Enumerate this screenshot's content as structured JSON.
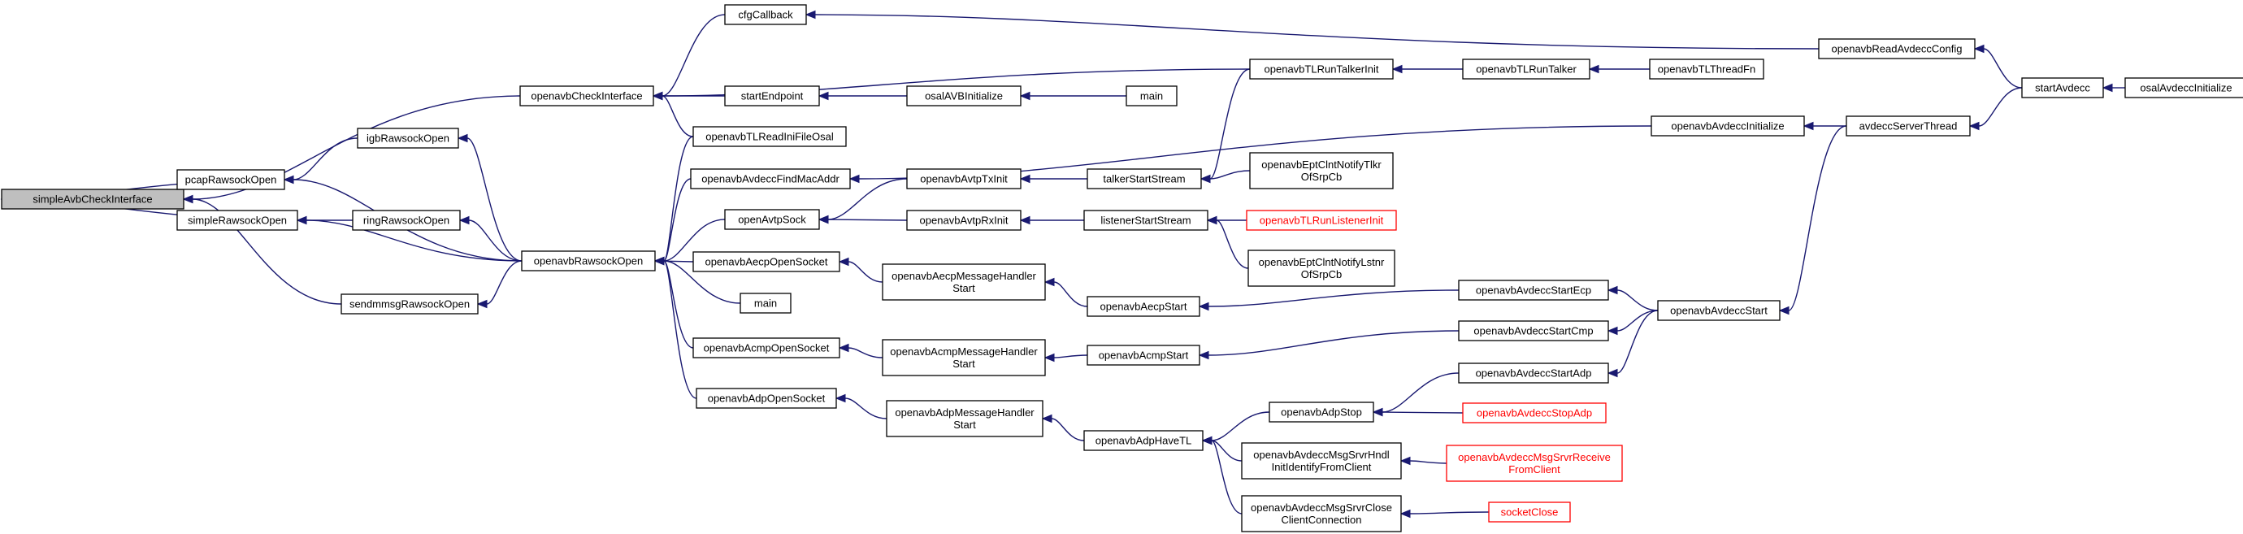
{
  "graph": {
    "root": "simpleAvbCheckInterface",
    "nodes": [
      {
        "id": "simpleAvbCheckInterface",
        "lines": [
          "simpleAvbCheckInterface"
        ],
        "kind": "root"
      },
      {
        "id": "openavbCheckInterface",
        "lines": [
          "openavbCheckInterface"
        ]
      },
      {
        "id": "pcapRawsockOpen",
        "lines": [
          "pcapRawsockOpen"
        ]
      },
      {
        "id": "simpleRawsockOpen",
        "lines": [
          "simpleRawsockOpen"
        ]
      },
      {
        "id": "sendmmsgRawsockOpen",
        "lines": [
          "sendmmsgRawsockOpen"
        ]
      },
      {
        "id": "igbRawsockOpen",
        "lines": [
          "igbRawsockOpen"
        ]
      },
      {
        "id": "ringRawsockOpen",
        "lines": [
          "ringRawsockOpen"
        ]
      },
      {
        "id": "openavbRawsockOpen",
        "lines": [
          "openavbRawsockOpen"
        ]
      },
      {
        "id": "cfgCallback",
        "lines": [
          "cfgCallback"
        ]
      },
      {
        "id": "startEndpoint",
        "lines": [
          "startEndpoint"
        ]
      },
      {
        "id": "openavbTLReadIniFileOsal",
        "lines": [
          "openavbTLReadIniFileOsal"
        ]
      },
      {
        "id": "openavbAvdeccFindMacAddr",
        "lines": [
          "openavbAvdeccFindMacAddr"
        ]
      },
      {
        "id": "openAvtpSock",
        "lines": [
          "openAvtpSock"
        ]
      },
      {
        "id": "openavbAecpOpenSocket",
        "lines": [
          "openavbAecpOpenSocket"
        ]
      },
      {
        "id": "main1",
        "lines": [
          "main"
        ]
      },
      {
        "id": "openavbAcmpOpenSocket",
        "lines": [
          "openavbAcmpOpenSocket"
        ]
      },
      {
        "id": "openavbAdpOpenSocket",
        "lines": [
          "openavbAdpOpenSocket"
        ]
      },
      {
        "id": "osalAVBInitialize",
        "lines": [
          "osalAVBInitialize"
        ]
      },
      {
        "id": "main2",
        "lines": [
          "main"
        ]
      },
      {
        "id": "openavbAvtpTxInit",
        "lines": [
          "openavbAvtpTxInit"
        ]
      },
      {
        "id": "openavbAvtpRxInit",
        "lines": [
          "openavbAvtpRxInit"
        ]
      },
      {
        "id": "openavbAecpMessageHandlerStart",
        "lines": [
          "openavbAecpMessageHandler",
          "Start"
        ]
      },
      {
        "id": "openavbAcmpMessageHandlerStart",
        "lines": [
          "openavbAcmpMessageHandler",
          "Start"
        ]
      },
      {
        "id": "openavbAdpMessageHandlerStart",
        "lines": [
          "openavbAdpMessageHandler",
          "Start"
        ]
      },
      {
        "id": "talkerStartStream",
        "lines": [
          "talkerStartStream"
        ]
      },
      {
        "id": "listenerStartStream",
        "lines": [
          "listenerStartStream"
        ]
      },
      {
        "id": "openavbAecpStart",
        "lines": [
          "openavbAecpStart"
        ]
      },
      {
        "id": "openavbAcmpStart",
        "lines": [
          "openavbAcmpStart"
        ]
      },
      {
        "id": "openavbAdpHaveTL",
        "lines": [
          "openavbAdpHaveTL"
        ]
      },
      {
        "id": "openavbTLRunTalkerInit",
        "lines": [
          "openavbTLRunTalkerInit"
        ]
      },
      {
        "id": "openavbEptClntNotifyTlkrOfSrpCb",
        "lines": [
          "openavbEptClntNotifyTlkr",
          "OfSrpCb"
        ]
      },
      {
        "id": "openavbTLRunListenerInit",
        "lines": [
          "openavbTLRunListenerInit"
        ],
        "kind": "truncated"
      },
      {
        "id": "openavbEptClntNotifyLstnrOfSrpCb",
        "lines": [
          "openavbEptClntNotifyLstnr",
          "OfSrpCb"
        ]
      },
      {
        "id": "openavbAdpStop",
        "lines": [
          "openavbAdpStop"
        ]
      },
      {
        "id": "openavbAvdeccMsgSrvrHndlInitIdentifyFromClient",
        "lines": [
          "openavbAvdeccMsgSrvrHndl",
          "InitIdentifyFromClient"
        ]
      },
      {
        "id": "openavbAvdeccMsgSrvrCloseClientConnection",
        "lines": [
          "openavbAvdeccMsgSrvrClose",
          "ClientConnection"
        ]
      },
      {
        "id": "openavbTLRunTalker",
        "lines": [
          "openavbTLRunTalker"
        ]
      },
      {
        "id": "openavbTLThreadFn",
        "lines": [
          "openavbTLThreadFn"
        ]
      },
      {
        "id": "openavbAvdeccInitialize",
        "lines": [
          "openavbAvdeccInitialize"
        ]
      },
      {
        "id": "openavbAvdeccStartEcp",
        "lines": [
          "openavbAvdeccStartEcp"
        ]
      },
      {
        "id": "openavbAvdeccStartCmp",
        "lines": [
          "openavbAvdeccStartCmp"
        ]
      },
      {
        "id": "openavbAvdeccStartAdp",
        "lines": [
          "openavbAvdeccStartAdp"
        ]
      },
      {
        "id": "openavbAvdeccStopAdp",
        "lines": [
          "openavbAvdeccStopAdp"
        ],
        "kind": "truncated"
      },
      {
        "id": "openavbAvdeccMsgSrvrReceiveFromClient",
        "lines": [
          "openavbAvdeccMsgSrvrReceive",
          "FromClient"
        ],
        "kind": "truncated"
      },
      {
        "id": "socketClose",
        "lines": [
          "socketClose"
        ],
        "kind": "truncated"
      },
      {
        "id": "openavbReadAvdeccConfig",
        "lines": [
          "openavbReadAvdeccConfig"
        ]
      },
      {
        "id": "avdeccServerThread",
        "lines": [
          "avdeccServerThread"
        ]
      },
      {
        "id": "openavbAvdeccStart",
        "lines": [
          "openavbAvdeccStart"
        ]
      },
      {
        "id": "startAvdecc",
        "lines": [
          "startAvdecc"
        ]
      },
      {
        "id": "osalAvdeccInitialize",
        "lines": [
          "osalAvdeccInitialize"
        ]
      }
    ],
    "edges": [
      [
        "openavbCheckInterface",
        "simpleAvbCheckInterface"
      ],
      [
        "pcapRawsockOpen",
        "simpleAvbCheckInterface"
      ],
      [
        "simpleRawsockOpen",
        "simpleAvbCheckInterface"
      ],
      [
        "sendmmsgRawsockOpen",
        "simpleAvbCheckInterface"
      ],
      [
        "igbRawsockOpen",
        "pcapRawsockOpen"
      ],
      [
        "openavbRawsockOpen",
        "pcapRawsockOpen"
      ],
      [
        "ringRawsockOpen",
        "simpleRawsockOpen"
      ],
      [
        "openavbRawsockOpen",
        "simpleRawsockOpen"
      ],
      [
        "openavbRawsockOpen",
        "sendmmsgRawsockOpen"
      ],
      [
        "openavbRawsockOpen",
        "igbRawsockOpen"
      ],
      [
        "openavbRawsockOpen",
        "ringRawsockOpen"
      ],
      [
        "cfgCallback",
        "openavbCheckInterface"
      ],
      [
        "openavbTLRunTalkerInit",
        "openavbCheckInterface"
      ],
      [
        "startEndpoint",
        "openavbCheckInterface"
      ],
      [
        "openavbTLReadIniFileOsal",
        "openavbCheckInterface"
      ],
      [
        "openavbTLReadIniFileOsal",
        "openavbRawsockOpen"
      ],
      [
        "openavbAvdeccFindMacAddr",
        "openavbRawsockOpen"
      ],
      [
        "openAvtpSock",
        "openavbRawsockOpen"
      ],
      [
        "openavbAecpOpenSocket",
        "openavbRawsockOpen"
      ],
      [
        "main1",
        "openavbRawsockOpen"
      ],
      [
        "openavbAcmpOpenSocket",
        "openavbRawsockOpen"
      ],
      [
        "openavbAdpOpenSocket",
        "openavbRawsockOpen"
      ],
      [
        "openavbReadAvdeccConfig",
        "cfgCallback"
      ],
      [
        "osalAVBInitialize",
        "startEndpoint"
      ],
      [
        "main2",
        "osalAVBInitialize"
      ],
      [
        "openavbAvdeccInitialize",
        "openavbAvdeccFindMacAddr"
      ],
      [
        "openavbAvtpTxInit",
        "openAvtpSock"
      ],
      [
        "openavbAvtpRxInit",
        "openAvtpSock"
      ],
      [
        "talkerStartStream",
        "openavbAvtpTxInit"
      ],
      [
        "listenerStartStream",
        "openavbAvtpRxInit"
      ],
      [
        "openavbAecpMessageHandlerStart",
        "openavbAecpOpenSocket"
      ],
      [
        "openavbAcmpMessageHandlerStart",
        "openavbAcmpOpenSocket"
      ],
      [
        "openavbAdpMessageHandlerStart",
        "openavbAdpOpenSocket"
      ],
      [
        "openavbAecpStart",
        "openavbAecpMessageHandlerStart"
      ],
      [
        "openavbAcmpStart",
        "openavbAcmpMessageHandlerStart"
      ],
      [
        "openavbAdpHaveTL",
        "openavbAdpMessageHandlerStart"
      ],
      [
        "openavbTLRunTalkerInit",
        "talkerStartStream"
      ],
      [
        "openavbEptClntNotifyTlkrOfSrpCb",
        "talkerStartStream"
      ],
      [
        "openavbTLRunListenerInit",
        "listenerStartStream"
      ],
      [
        "openavbEptClntNotifyLstnrOfSrpCb",
        "listenerStartStream"
      ],
      [
        "openavbAvdeccStartEcp",
        "openavbAecpStart"
      ],
      [
        "openavbAvdeccStartCmp",
        "openavbAcmpStart"
      ],
      [
        "openavbAdpStop",
        "openavbAdpHaveTL"
      ],
      [
        "openavbAvdeccMsgSrvrHndlInitIdentifyFromClient",
        "openavbAdpHaveTL"
      ],
      [
        "openavbAvdeccMsgSrvrCloseClientConnection",
        "openavbAdpHaveTL"
      ],
      [
        "openavbTLRunTalker",
        "openavbTLRunTalkerInit"
      ],
      [
        "openavbTLThreadFn",
        "openavbTLRunTalker"
      ],
      [
        "avdeccServerThread",
        "openavbAvdeccInitialize"
      ],
      [
        "openavbAvdeccStartAdp",
        "openavbAdpStop"
      ],
      [
        "openavbAvdeccStopAdp",
        "openavbAdpStop"
      ],
      [
        "openavbAvdeccMsgSrvrReceiveFromClient",
        "openavbAvdeccMsgSrvrHndlInitIdentifyFromClient"
      ],
      [
        "socketClose",
        "openavbAvdeccMsgSrvrCloseClientConnection"
      ],
      [
        "openavbAvdeccStart",
        "openavbAvdeccStartEcp"
      ],
      [
        "openavbAvdeccStart",
        "openavbAvdeccStartCmp"
      ],
      [
        "openavbAvdeccStart",
        "openavbAvdeccStartAdp"
      ],
      [
        "startAvdecc",
        "openavbReadAvdeccConfig"
      ],
      [
        "startAvdecc",
        "avdeccServerThread"
      ],
      [
        "avdeccServerThread",
        "openavbAvdeccStart"
      ],
      [
        "osalAvdeccInitialize",
        "startAvdecc"
      ]
    ]
  }
}
